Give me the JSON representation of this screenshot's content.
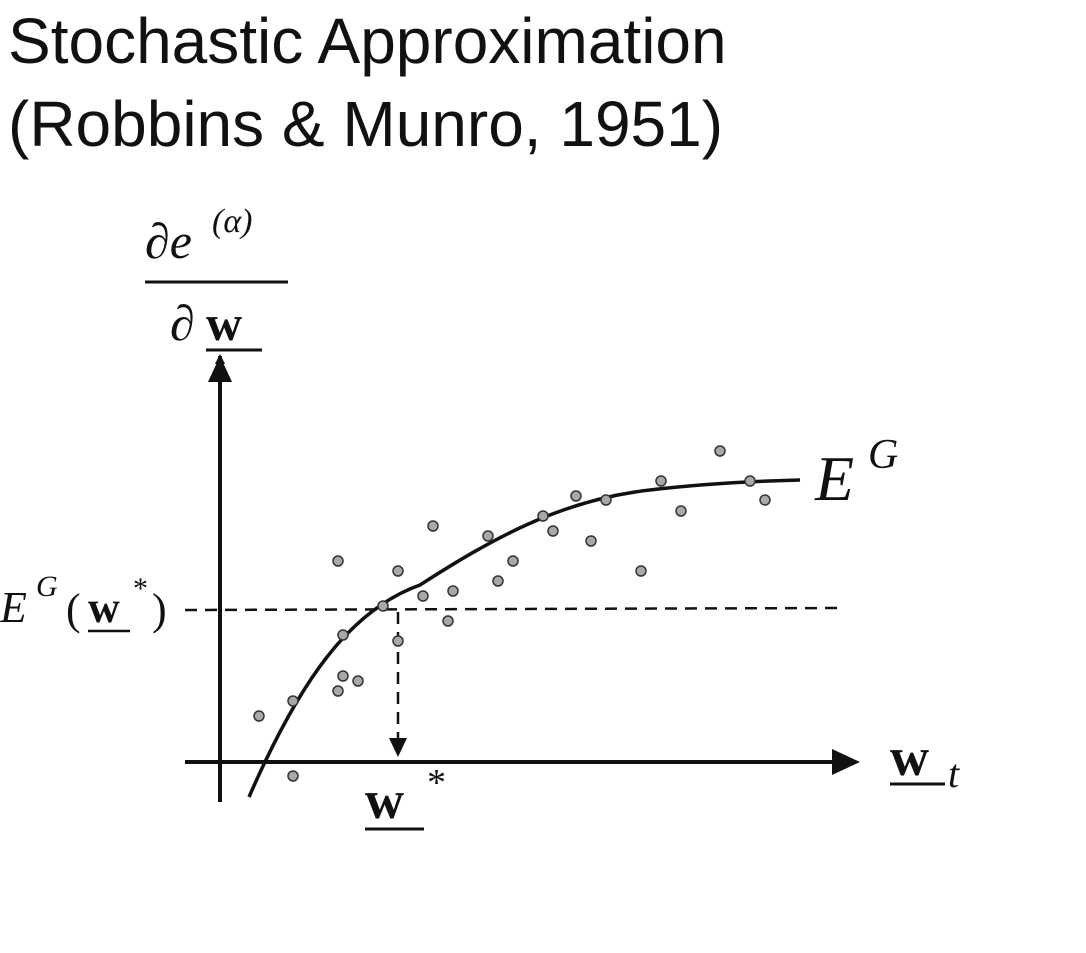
{
  "title": {
    "line1": "Stochastic Approximation",
    "line2": "(Robbins & Munro, 1951)"
  },
  "diagram": {
    "y_axis_label": {
      "numerator": "∂e",
      "numerator_sup": "(α)",
      "denominator_partial": "∂",
      "denominator_var": "w"
    },
    "x_axis_label": {
      "var": "w",
      "sub": "t"
    },
    "curve_label": {
      "main": "E",
      "sup": "G"
    },
    "level_label": {
      "main": "E",
      "sup": "G",
      "open": "(",
      "var": "w",
      "star": "*",
      "close": ")"
    },
    "root_label": {
      "var": "w",
      "star": "*"
    },
    "colors": {
      "ink": "#111111",
      "point_fill": "#a8a8a8",
      "point_stroke": "#333333"
    }
  }
}
